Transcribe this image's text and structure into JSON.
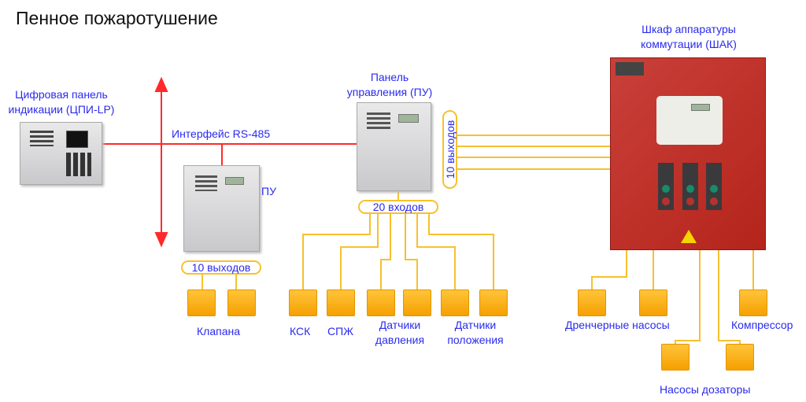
{
  "title": "Пенное пожаротушение",
  "cpi": {
    "line1": "Цифровая панель",
    "line2": "индикации (ЦПИ-LP)"
  },
  "interface": "Интерфейс RS-485",
  "pu_small": "ПУ",
  "pu_main": {
    "line1": "Панель",
    "line2": "управления (ПУ)"
  },
  "pu_small_outputs": "10 выходов",
  "pu_main_outputs": "10 выходов",
  "pu_main_inputs": "20 входов",
  "cabinet": {
    "line1": "Шкаф аппаратуры",
    "line2": "коммутации (ШАК)"
  },
  "labels": {
    "valves": "Клапана",
    "ksk": "КСК",
    "spzh": "СПЖ",
    "pressure": {
      "line1": "Датчики",
      "line2": "давления"
    },
    "position": {
      "line1": "Датчики",
      "line2": "положения"
    },
    "drencher": "Дренчерные насосы",
    "compressor": "Компрессор",
    "dosing": "Насосы дозаторы"
  },
  "colors": {
    "interface_line": "#ff2a2a",
    "signal_line": "#f7c12e",
    "label": "#2a2af0",
    "cabinet": "#c0322a"
  }
}
